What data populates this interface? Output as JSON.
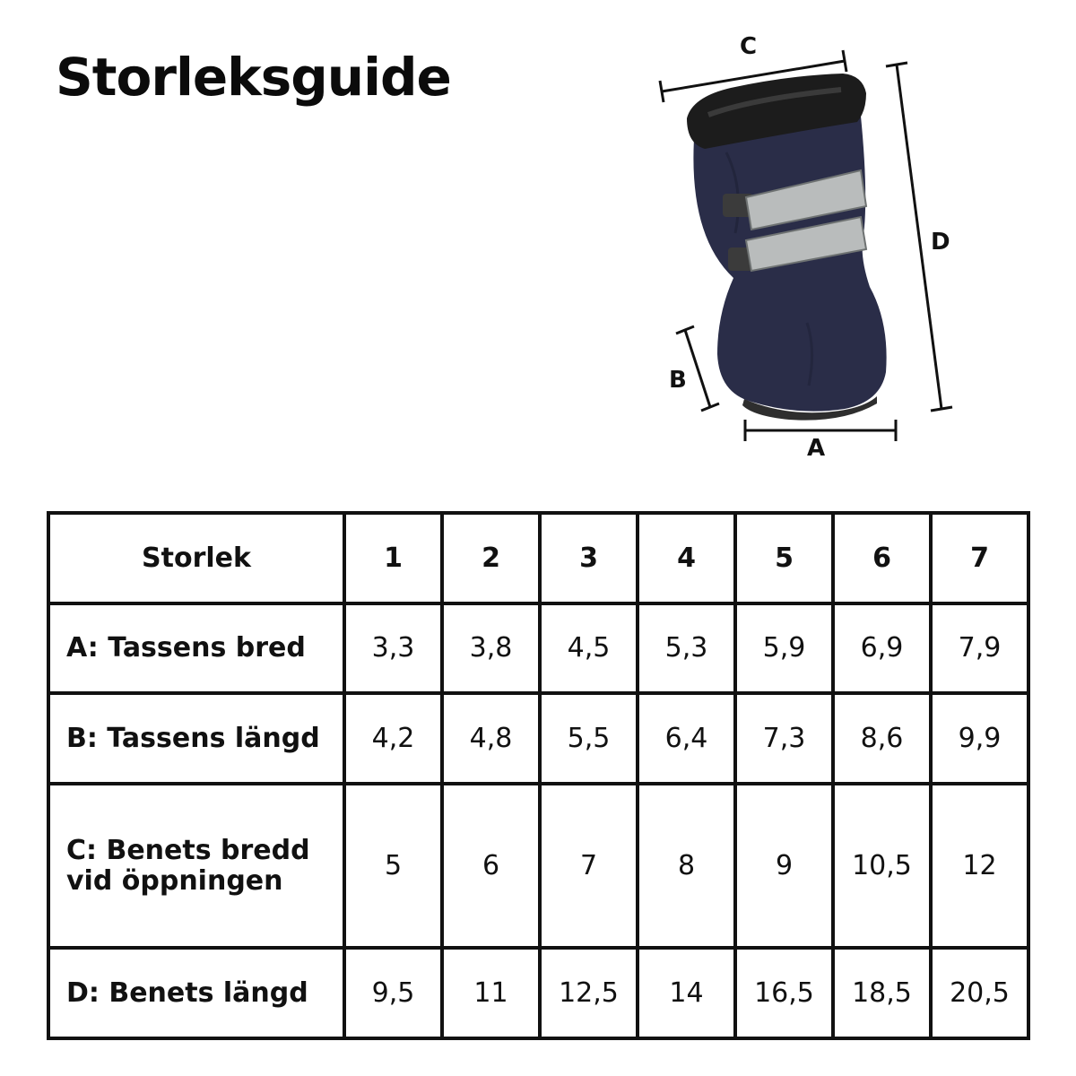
{
  "title": "Storleksguide",
  "illustration": {
    "labels": {
      "a": "A",
      "b": "B",
      "c": "C",
      "d": "D"
    },
    "colors": {
      "boot_body": "#2a2d48",
      "boot_cuff": "#1c1c1c",
      "reflective_strap": "#b9bcbc",
      "measure_line": "#111111"
    }
  },
  "table": {
    "header": {
      "label": "Storlek",
      "sizes": [
        "1",
        "2",
        "3",
        "4",
        "5",
        "6",
        "7"
      ]
    },
    "rows": [
      {
        "label": "A: Tassens bred",
        "label_line2": "",
        "values": [
          "3,3",
          "3,8",
          "4,5",
          "5,3",
          "5,9",
          "6,9",
          "7,9"
        ]
      },
      {
        "label": "B: Tassens längd",
        "label_line2": "",
        "values": [
          "4,2",
          "4,8",
          "5,5",
          "6,4",
          "7,3",
          "8,6",
          "9,9"
        ]
      },
      {
        "label": "C: Benets bredd",
        "label_line2": "vid öppningen",
        "values": [
          "5",
          "6",
          "7",
          "8",
          "9",
          "10,5",
          "12"
        ]
      },
      {
        "label": "D: Benets längd",
        "label_line2": "",
        "values": [
          "9,5",
          "11",
          "12,5",
          "14",
          "16,5",
          "18,5",
          "20,5"
        ]
      }
    ]
  }
}
